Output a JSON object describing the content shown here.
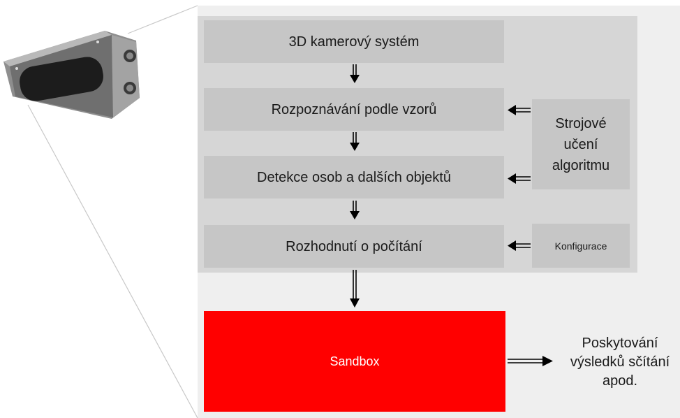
{
  "diagram": {
    "boxes": {
      "camera_system": "3D kamerový systém",
      "pattern_recognition": "Rozpoznávání podle vzorů",
      "detection": "Detekce osob a dalších objektů",
      "counting_decision": "Rozhodnutí o počítání",
      "ml_line1": "Strojové",
      "ml_line2": "učení",
      "ml_line3": "algoritmu",
      "configuration": "Konfigurace",
      "sandbox": "Sandbox"
    },
    "output": {
      "line1": "Poskytování",
      "line2": "výsledků sčítání",
      "line3": "apod."
    },
    "colors": {
      "outer_panel": "#efefef",
      "inner_panel": "#d6d6d6",
      "box": "#c6c6c6",
      "sandbox": "#ff0000",
      "arrow": "#000000"
    }
  }
}
